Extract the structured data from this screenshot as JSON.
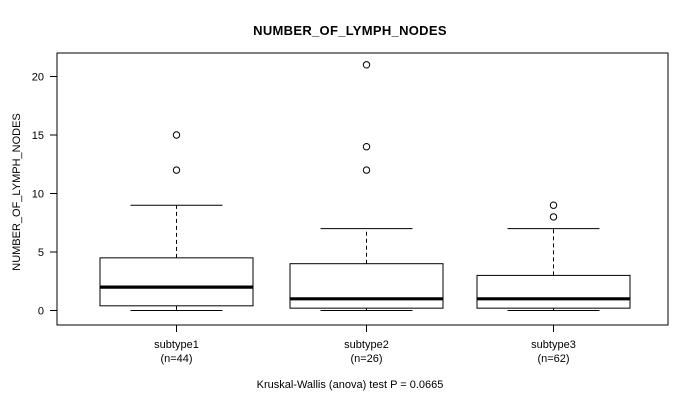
{
  "chart_data": {
    "type": "box",
    "title": "NUMBER_OF_LYMPH_NODES",
    "xlabel": "",
    "ylabel": "NUMBER_OF_LYMPH_NODES",
    "ylim": [
      -0.9,
      21.8
    ],
    "yticks": [
      0,
      5,
      10,
      15,
      20
    ],
    "ytick_labels": [
      "0",
      "5",
      "10",
      "15",
      "20"
    ],
    "grid": false,
    "legend": null,
    "categories": [
      "subtype1",
      "subtype2",
      "subtype3"
    ],
    "category_labels_line1": [
      "subtype1",
      "subtype2",
      "subtype3"
    ],
    "category_labels_line2": [
      "(n=44)",
      "(n=26)",
      "(n=62)"
    ],
    "counts": [
      44,
      26,
      62
    ],
    "boxes": [
      {
        "name": "subtype1",
        "n": 44,
        "whisker_low": 0,
        "q1": 0.4,
        "median": 2,
        "q3": 4.5,
        "whisker_high": 9,
        "outliers": [
          12,
          15
        ]
      },
      {
        "name": "subtype2",
        "n": 26,
        "whisker_low": 0,
        "q1": 0.2,
        "median": 1,
        "q3": 4,
        "whisker_high": 7,
        "outliers": [
          12,
          14,
          21
        ]
      },
      {
        "name": "subtype3",
        "n": 62,
        "whisker_low": 0,
        "q1": 0.2,
        "median": 1,
        "q3": 3,
        "whisker_high": 7,
        "outliers": [
          8,
          9
        ]
      }
    ],
    "annotation": "Kruskal-Wallis (anova) test P = 0.0665",
    "test_name": "Kruskal-Wallis (anova) test",
    "p_value": "0.0665",
    "colors": {
      "line": "#000000",
      "box_fill": "#ffffff",
      "background": "#ffffff",
      "axis": "#000000"
    }
  }
}
